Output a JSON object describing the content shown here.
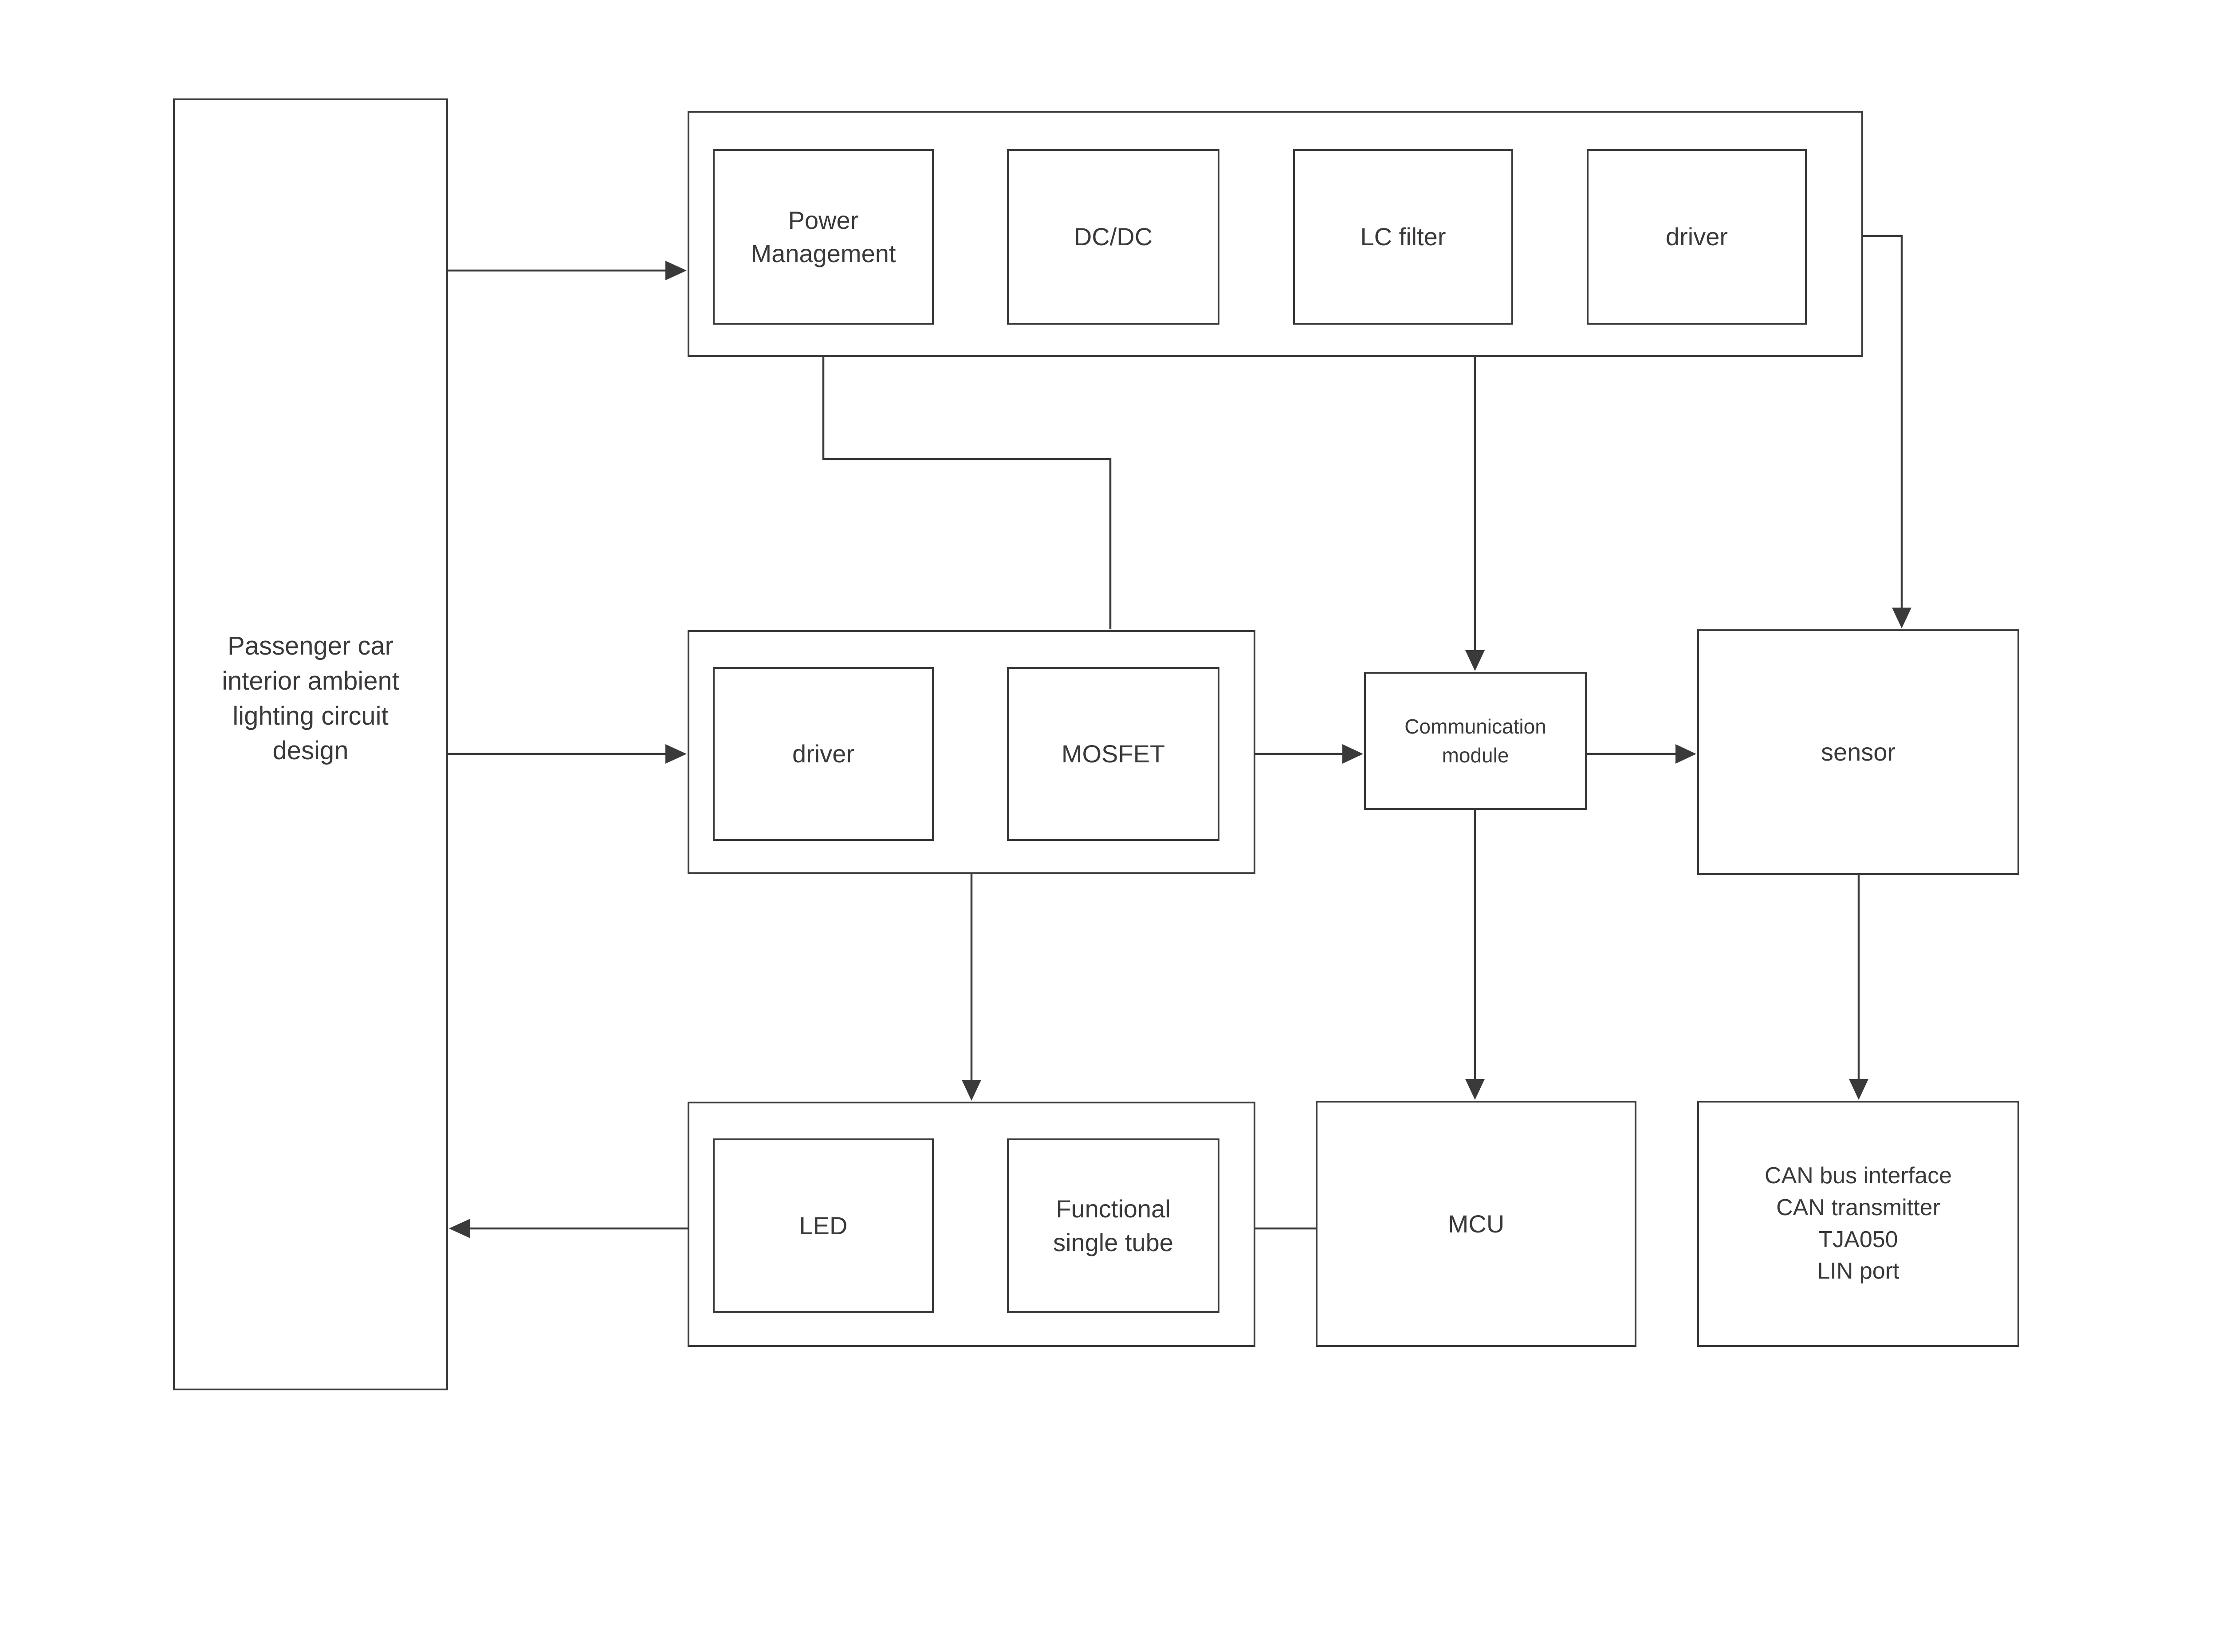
{
  "colors": {
    "line": "#3a3a3a",
    "text": "#3b3838",
    "background": "#ffffff"
  },
  "left_panel": {
    "label": "Passenger car\ninterior ambient\nlighting circuit\ndesign"
  },
  "power_group": {
    "items": [
      {
        "label": "Power\nManagement"
      },
      {
        "label": "DC/DC"
      },
      {
        "label": "LC filter"
      },
      {
        "label": "driver"
      }
    ]
  },
  "driver_group": {
    "items": [
      {
        "label": "driver"
      },
      {
        "label": "MOSFET"
      }
    ]
  },
  "led_group": {
    "items": [
      {
        "label": "LED"
      },
      {
        "label": "Functional\nsingle tube"
      }
    ]
  },
  "communication_module": {
    "label": "Communication\nmodule"
  },
  "sensor": {
    "label": "sensor"
  },
  "mcu": {
    "label": "MCU"
  },
  "can_node": {
    "label": "CAN bus interface\nCAN transmitter\nTJA050\nLIN port"
  }
}
